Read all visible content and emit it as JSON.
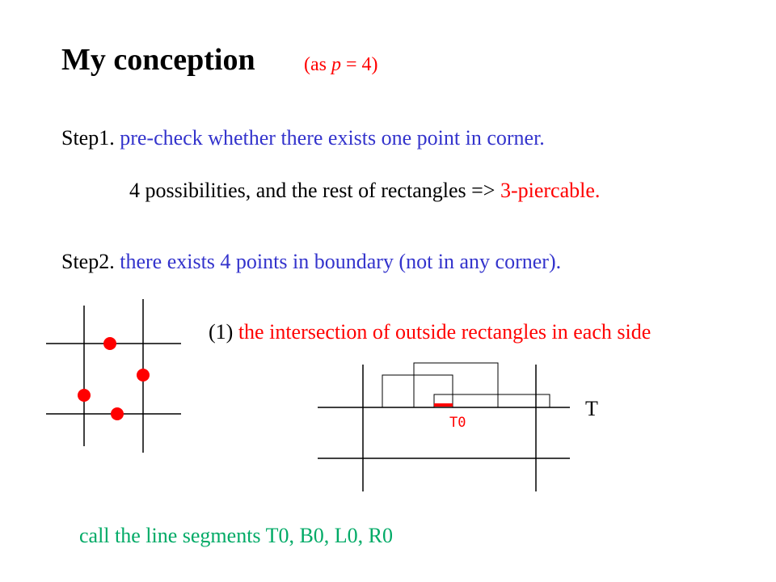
{
  "title": "My conception",
  "subtitle": {
    "prefix": "(as ",
    "var": "p",
    "suffix": " = 4)"
  },
  "step1": {
    "label": "Step1.",
    "text": "pre-check whether there exists one point in corner."
  },
  "step1_detail": {
    "text": "4 possibilities,   and the rest of rectangles =>",
    "highlight": "3-piercable."
  },
  "step2": {
    "label": "Step2.",
    "text": "there exists 4 points in boundary (not in any corner)."
  },
  "case1": {
    "label": "(1)",
    "text": "the intersection of outside rectangles in each side"
  },
  "diagram": {
    "side_label": "T",
    "segment_label": "T0"
  },
  "footer": "call the line segments T0, B0, L0, R0",
  "colors": {
    "black": "#000000",
    "blue": "#3333cc",
    "red": "#ff0000",
    "green": "#00aa66"
  }
}
